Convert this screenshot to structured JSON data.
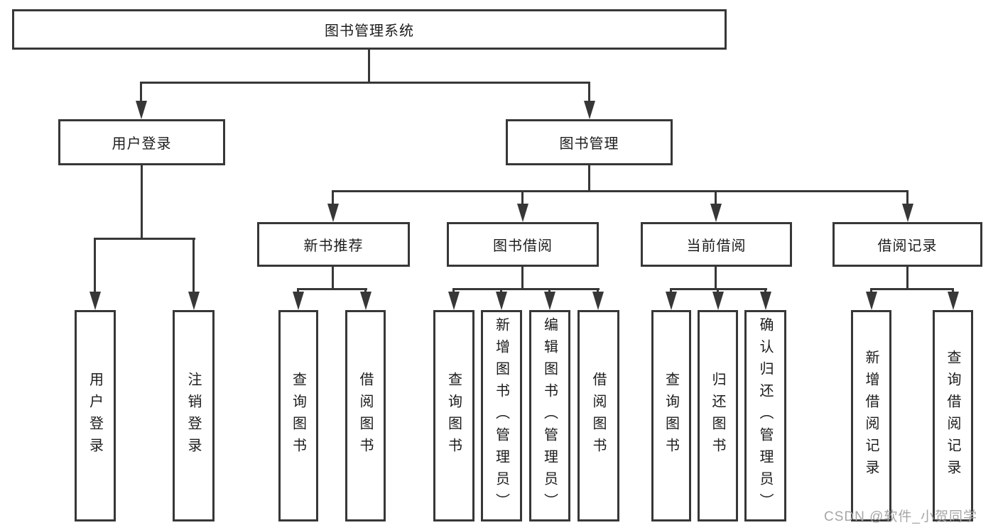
{
  "d": {
    "root": "图书管理系统",
    "level2": [
      "用户登录",
      "图书管理"
    ],
    "level3": [
      "新书推荐",
      "图书借阅",
      "当前借阅",
      "借阅记录"
    ],
    "userLeaves": [
      "用户登录",
      "注销登录"
    ],
    "recommendLeaves": [
      "查询图书",
      "借阅图书"
    ],
    "borrowLeaves": [
      "查询图书",
      "新增图书（管理员）",
      "编辑图书（管理员）",
      "借阅图书"
    ],
    "currentLeaves": [
      "查询图书",
      "归还图书",
      "确认归还（管理员）"
    ],
    "recordLeaves": [
      "新增借阅记录",
      "查询借阅记录"
    ],
    "watermark": "CSDN @软件_小贺同学",
    "colors": {
      "line": "#373737",
      "text": "#1c1c1c",
      "watermark": "#a6a6a6",
      "background": "#ffffff"
    }
  }
}
